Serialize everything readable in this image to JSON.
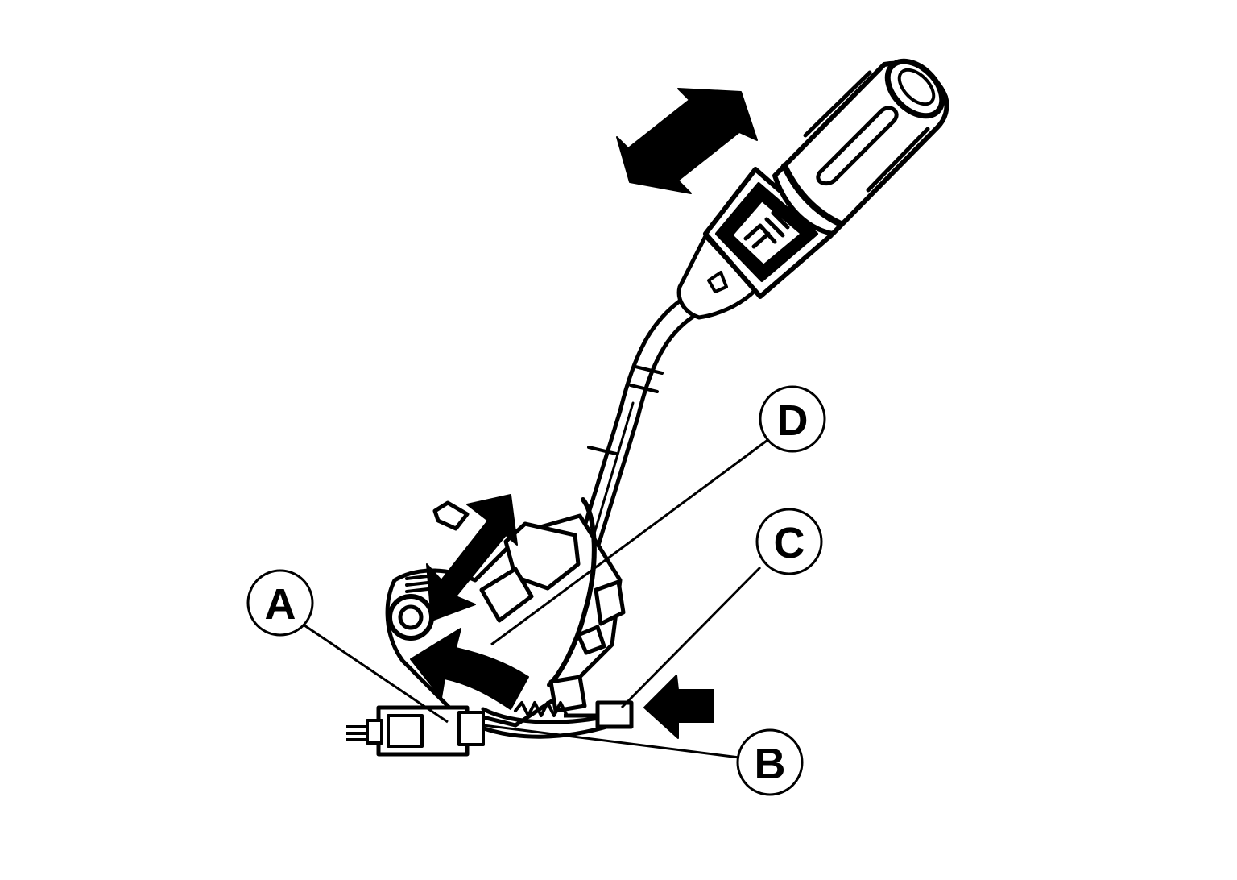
{
  "diagram": {
    "colors": {
      "ink": "#000000",
      "paper": "#ffffff"
    },
    "callouts": [
      {
        "id": "A",
        "label": "A"
      },
      {
        "id": "B",
        "label": "B"
      },
      {
        "id": "C",
        "label": "C"
      },
      {
        "id": "D",
        "label": "D"
      }
    ],
    "arrows": [
      {
        "id": "lever-slide",
        "kind": "double-arrow"
      },
      {
        "id": "mechanism-slide",
        "kind": "double-arrow"
      },
      {
        "id": "rotate",
        "kind": "curved-arrow"
      },
      {
        "id": "push",
        "kind": "single-arrow"
      }
    ]
  }
}
